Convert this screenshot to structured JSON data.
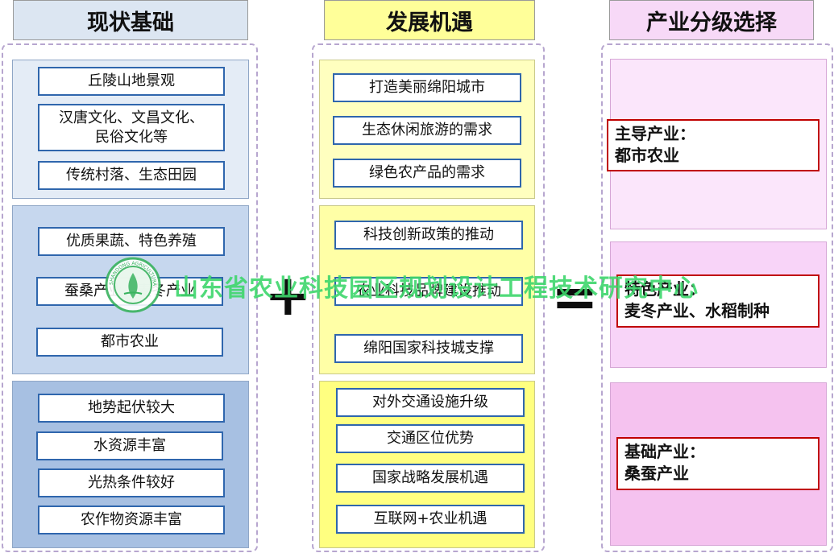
{
  "columns": {
    "current": {
      "title": "现状基础",
      "groups": [
        [
          "丘陵山地景观",
          "汉唐文化、文昌文化、\n民俗文化等",
          "传统村落、生态田园"
        ],
        [
          "优质果蔬、特色养殖",
          "蚕桑产业、麦冬产业",
          "都市农业"
        ],
        [
          "地势起伏较大",
          "水资源丰富",
          "光热条件较好",
          "农作物资源丰富"
        ]
      ]
    },
    "opportunity": {
      "title": "发展机遇",
      "groups": [
        [
          "打造美丽绵阳城市",
          "生态休闲旅游的需求",
          "绿色农产品的需求"
        ],
        [
          "科技创新政策的推动",
          "农业科技品牌建设推动",
          "绵阳国家科技城支撑"
        ],
        [
          "对外交通设施升级",
          "交通区位优势",
          "国家战略发展机遇",
          "互联网+农业机遇"
        ]
      ]
    },
    "industry": {
      "title": "产业分级选择",
      "tiers": [
        {
          "label": "主导产业：\n都市农业"
        },
        {
          "label": "特色产业：\n麦冬产业、水稻制种"
        },
        {
          "label": "基础产业：\n桑蚕产业"
        }
      ]
    }
  },
  "operators": {
    "plus": "+",
    "equals": "="
  },
  "watermark": {
    "text": "山东省农业科技园区规划设计工程技术研究中心",
    "logo_ring_text": "SHANDONG AGRICULTURAL UNIVERSITY"
  },
  "colors": {
    "current_title_bg": "#dce6f2",
    "opportunity_title_bg": "#ffff99",
    "industry_title_bg": "#f7d9f7",
    "current_groups_bg": [
      "#e4ecf6",
      "#c6d7ee",
      "#a7c0e2"
    ],
    "opportunity_groups_bg": [
      "#ffffbf",
      "#ffffa6",
      "#ffff80"
    ],
    "industry_tiers_bg": [
      "#fbe6fb",
      "#f8d4f8",
      "#f5c2ef"
    ],
    "box_border": "#2f66ad",
    "industry_box_border": "#c00000",
    "watermark_green": "#3ed66c"
  }
}
